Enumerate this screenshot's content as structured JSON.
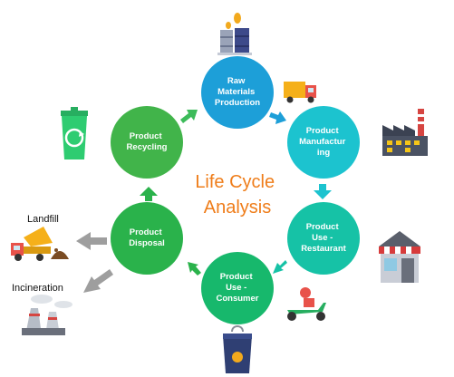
{
  "title": {
    "line1": "Life Cycle",
    "line2": "Analysis",
    "color": "#ef7d1a"
  },
  "stages": [
    {
      "lines": [
        "Raw",
        "Materials",
        "Production"
      ],
      "color": "#1d9fd8",
      "icon": "oil-barrels-icon"
    },
    {
      "lines": [
        "Product",
        "Manufactur",
        "ing"
      ],
      "color": "#1cc3cf",
      "icon": "factory-icon"
    },
    {
      "lines": [
        "Product",
        "Use -",
        "Restaurant"
      ],
      "color": "#16c2a6",
      "icon": "restaurant-icon"
    },
    {
      "lines": [
        "Product",
        "Use -",
        "Consumer"
      ],
      "color": "#17b86c",
      "icon": "delivery-scooter-icon"
    },
    {
      "lines": [
        "Product",
        "Disposal"
      ],
      "color": "#2ab24b",
      "icon": "dump-truck-icon"
    },
    {
      "lines": [
        "Product",
        "Recycling"
      ],
      "color": "#41b44a",
      "icon": "recycle-bin-icon"
    }
  ],
  "disposal_routes": {
    "landfill": "Landfill",
    "incineration": "Incineration"
  },
  "extra_icons": [
    "delivery-truck-icon",
    "takeout-box-icon",
    "incinerator-icon"
  ]
}
